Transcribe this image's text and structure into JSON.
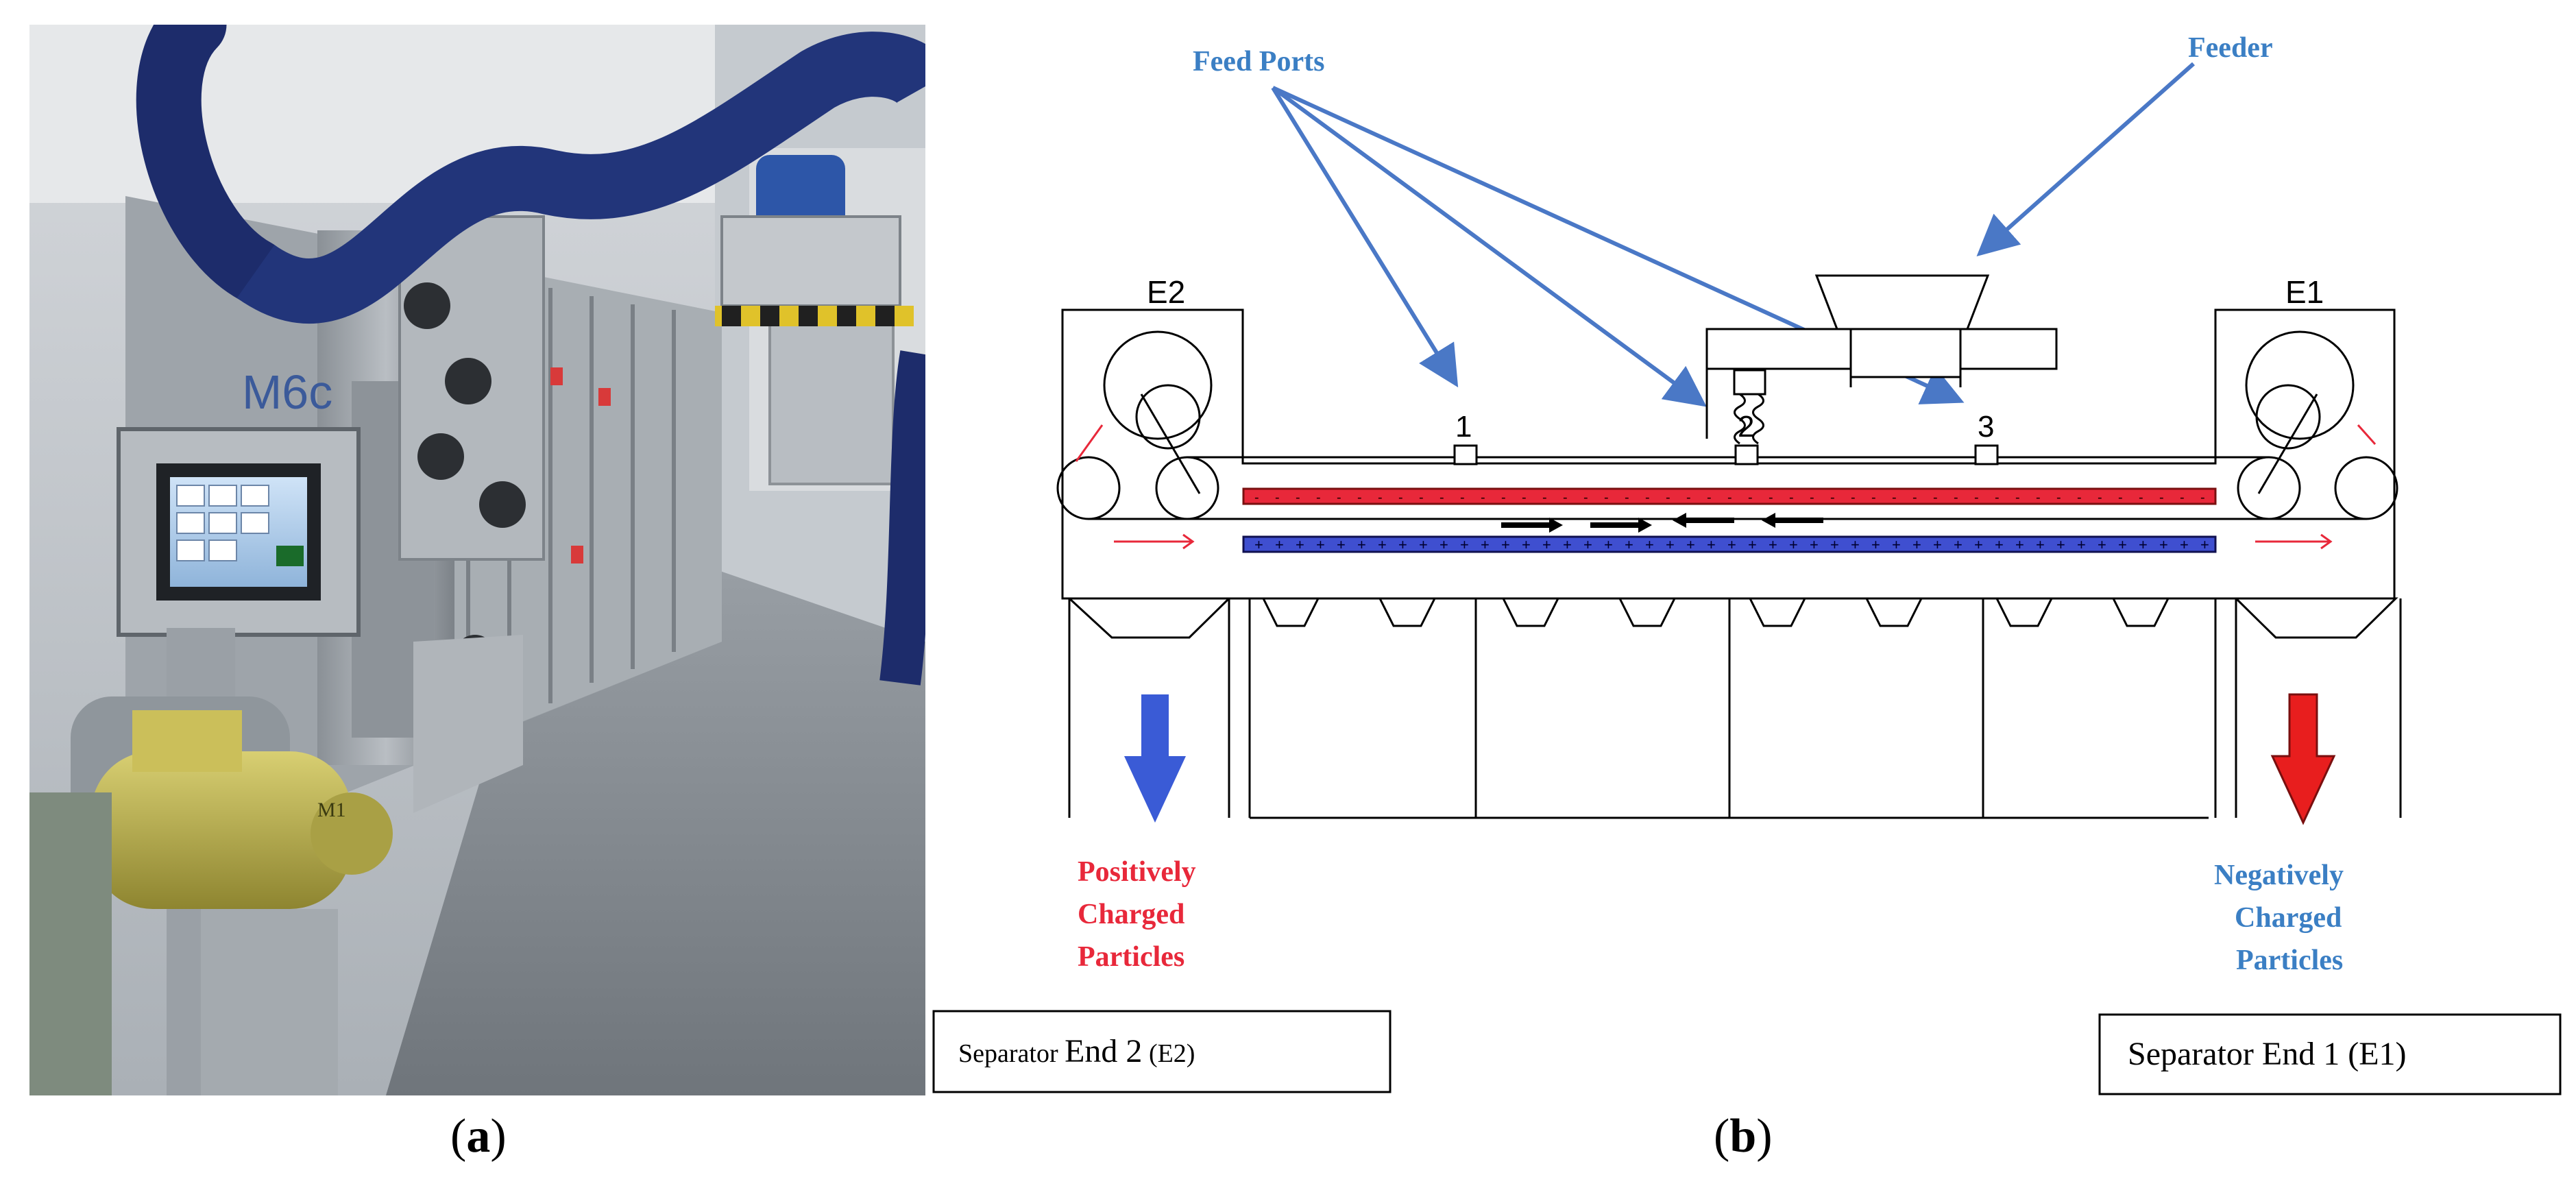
{
  "figure": {
    "panel_a": {
      "paren_open": "(",
      "letter": "a",
      "paren_close": ")"
    },
    "panel_b": {
      "paren_open": "(",
      "letter": "b",
      "paren_close": ")"
    }
  },
  "photo": {
    "machine_label": "M6c",
    "motor_label": "M1"
  },
  "diagram": {
    "feed_ports_label": "Feed Ports",
    "feeder_label": "Feeder",
    "end2_label": "E2",
    "end1_label": "E1",
    "port1": "1",
    "port2": "2",
    "port3": "3",
    "positive_line1": "Positively",
    "positive_line2": "Charged",
    "positive_line3": "Particles",
    "negative_line1": "Negatively",
    "negative_line2": "Charged",
    "negative_line3": "Particles",
    "end2_box_a": "Separator ",
    "end2_box_b": "End 2",
    "end2_box_c": " (E2)",
    "end1_box": "Separator End 1 (E1)",
    "plus_sign": "+",
    "minus_sign": "-"
  },
  "colors": {
    "label_blue": "#3b7fc4",
    "positive_red": "#e8283a",
    "negative_blue": "#3f4fd0",
    "arrow_blue": "#3a5bd6",
    "arrow_red": "#e81e1e"
  }
}
